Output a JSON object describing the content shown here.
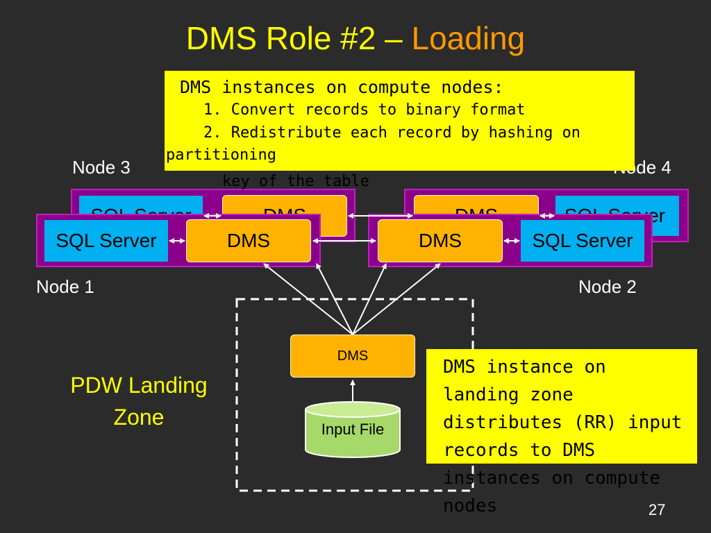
{
  "title": {
    "main": "DMS Role #2 – ",
    "accent": "Loading"
  },
  "nodes": {
    "node1": {
      "label": "Node 1",
      "sql": "SQL Server",
      "dms": "DMS"
    },
    "node2": {
      "label": "Node 2",
      "sql": "SQL Server",
      "dms": "DMS"
    },
    "node3": {
      "label": "Node 3",
      "sql": "SQL Server",
      "dms": "DMS"
    },
    "node4": {
      "label": "Node 4",
      "sql": "SQL Server",
      "dms": "DMS"
    }
  },
  "landing_zone": {
    "label_line1": "PDW Landing",
    "label_line2": "Zone",
    "dms": "DMS",
    "input_file": "Input File"
  },
  "callout_compute": {
    "heading": "DMS instances on compute nodes:",
    "item1": "1. Convert records to binary format",
    "item2": "2. Redistribute each record by hashing on",
    "item2_wrap": "partitioning",
    "item2_overflow": "key of the table"
  },
  "callout_landing": {
    "lines": [
      "DMS instance on",
      "landing zone",
      "distributes (RR) input",
      "records to DMS",
      "instances on compute",
      "nodes"
    ]
  },
  "page_number": "27",
  "colors": {
    "background": "#2b2b2b",
    "title": "#ffff00",
    "accent": "#ff9900",
    "node_frame": "#8b008b",
    "sql_server": "#00b0f0",
    "dms": "#ffb300",
    "callout": "#ffff00",
    "input_file": "#a6d96a"
  }
}
